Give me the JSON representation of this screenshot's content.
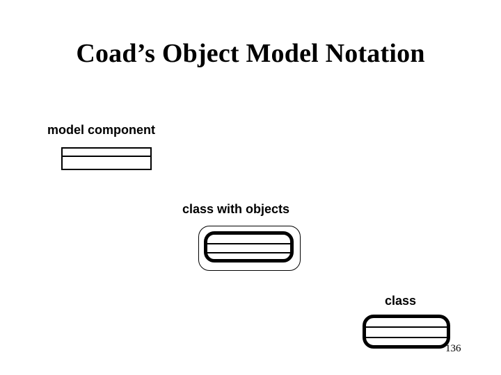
{
  "slide": {
    "title": "Coad’s Object Model Notation",
    "background_color": "#ffffff",
    "ink_color": "#000000",
    "page_number": "136"
  },
  "notations": [
    {
      "label": "model component",
      "shape": "rectangle-with-header-band"
    },
    {
      "label": "class with objects",
      "shape": "rounded-rect-in-rounded-rect"
    },
    {
      "label": "class",
      "shape": "thick-rounded-rect"
    }
  ]
}
